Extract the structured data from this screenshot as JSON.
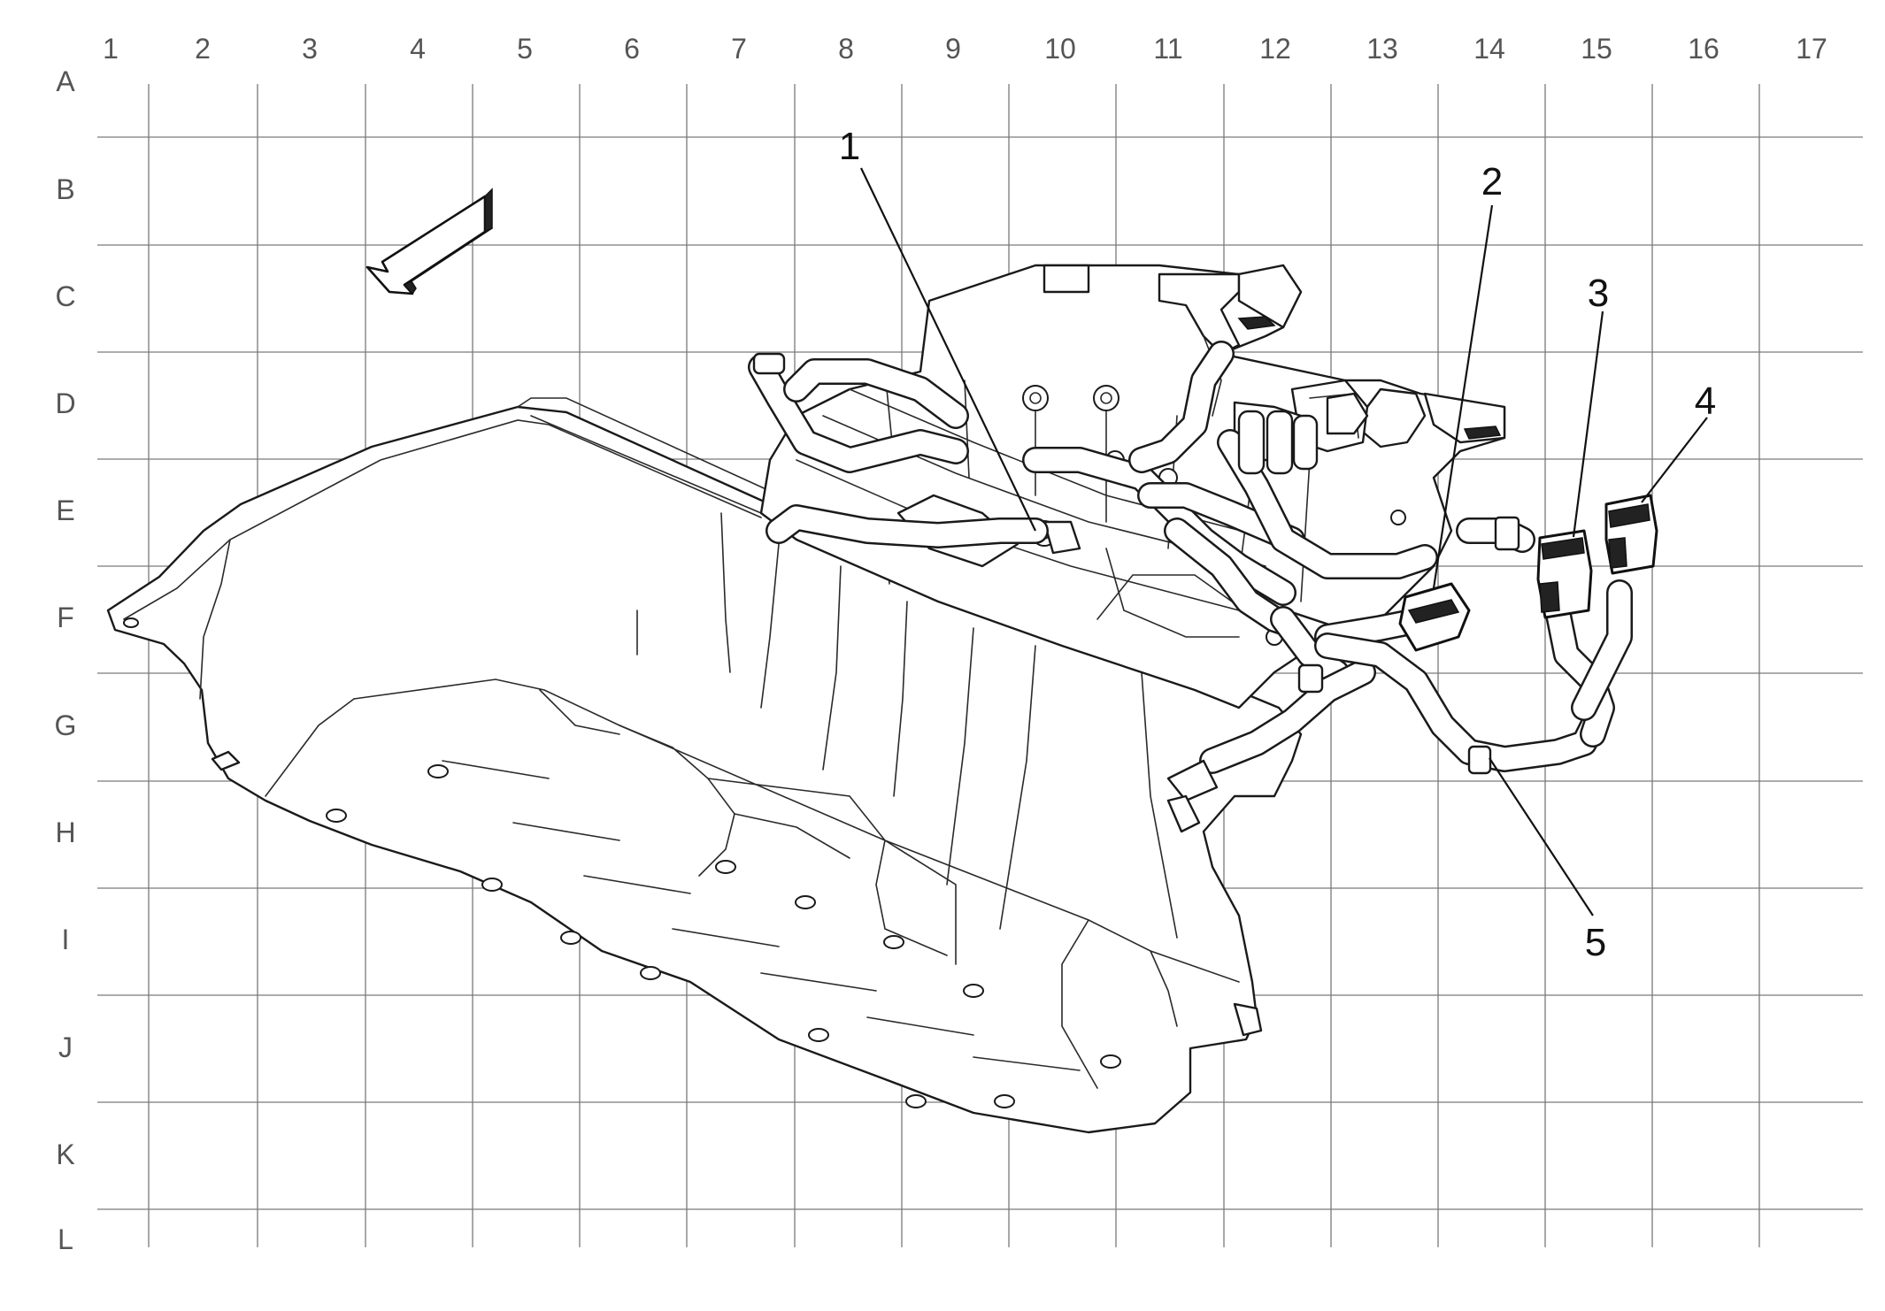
{
  "grid": {
    "columns": [
      "1",
      "2",
      "3",
      "4",
      "5",
      "6",
      "7",
      "8",
      "9",
      "10",
      "11",
      "12",
      "13",
      "14",
      "15",
      "16",
      "17"
    ],
    "rows": [
      "A",
      "B",
      "C",
      "D",
      "E",
      "F",
      "G",
      "H",
      "I",
      "J",
      "K",
      "L"
    ]
  },
  "callouts": [
    {
      "label": "1"
    },
    {
      "label": "2"
    },
    {
      "label": "3"
    },
    {
      "label": "4"
    },
    {
      "label": "5"
    }
  ],
  "icons": {
    "direction_arrow": "front-direction-arrow-icon"
  }
}
